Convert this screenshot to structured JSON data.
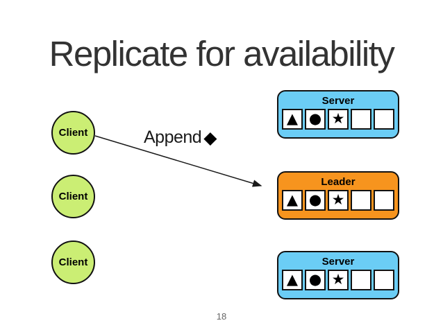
{
  "slide": {
    "title": "Replicate for availability",
    "page_number": "18",
    "annotation": {
      "label": "Append",
      "symbol": "◆"
    },
    "clients": [
      {
        "label": "Client"
      },
      {
        "label": "Client"
      },
      {
        "label": "Client"
      }
    ],
    "nodes": [
      {
        "label": "Server",
        "role": "server",
        "fill": "#6bcdf5",
        "slots": [
          "▲",
          "●",
          "★",
          "",
          ""
        ]
      },
      {
        "label": "Leader",
        "role": "leader",
        "fill": "#f7941e",
        "slots": [
          "▲",
          "●",
          "★",
          "",
          ""
        ]
      },
      {
        "label": "Server",
        "role": "server",
        "fill": "#6bcdf5",
        "slots": [
          "▲",
          "●",
          "★",
          "",
          ""
        ]
      }
    ],
    "colors": {
      "client_fill": "#cbee74",
      "server_fill": "#6bcdf5",
      "leader_fill": "#f7941e",
      "outline": "#111111",
      "title_text": "#333333",
      "page_text": "#666666"
    }
  }
}
